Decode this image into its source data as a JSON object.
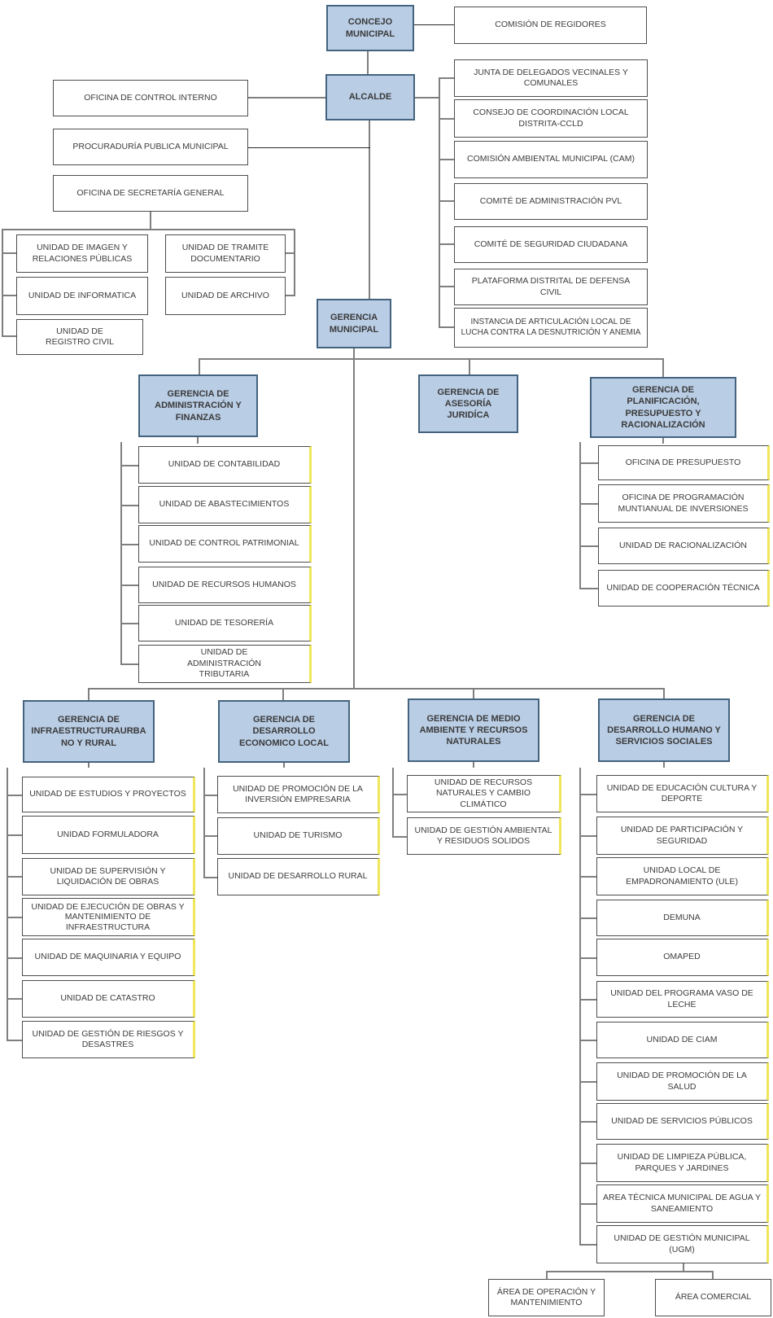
{
  "title": "Organigrama Municipal",
  "accent_colors": {
    "box_fill_blue": "#b9cde5",
    "box_border_blue": "#44637f",
    "connector_gray": "#7f7f7f",
    "unit_edge_yellow": "#efe65a"
  },
  "nodes": {
    "concejo": "CONCEJO MUNICIPAL",
    "comision_regidores": "COMISIÓN DE REGIDORES",
    "alcalde": "ALCALDE",
    "control_interno": "OFICINA DE CONTROL INTERNO",
    "procuraduria": "PROCURADURÍA PUBLICA MUNICIPAL",
    "secretaria": "OFICINA DE SECRETARÍA GENERAL",
    "imagen": "UNIDAD DE IMAGEN Y RELACIONES PÚBLICAS",
    "informatica": "UNIDAD DE INFORMATICA",
    "registro_civil": "UNIDAD DE REGISTRO CIVIL",
    "tramite": "UNIDAD DE TRAMITE DOCUMENTARIO",
    "archivo": "UNIDAD DE ARCHIVO",
    "junta_delegados": "JUNTA DE DELEGADOS VECINALES Y COMUNALES",
    "ccld": "CONSEJO DE COORDINACIÓN LOCAL DISTRITA-CCLD",
    "cam": "COMISIÓN AMBIENTAL MUNICIPAL (CAM)",
    "comite_pvl": "COMITÉ DE ADMINISTRACIÓN PVL",
    "comite_seguridad": "COMITÉ DE SEGURIDAD CIUDADANA",
    "plataforma_defensa": "PLATAFORMA DISTRITAL DE DEFENSA CIVIL",
    "instancia_articulacion": "INSTANCIA DE ARTICULACIÓN LOCAL DE LUCHA CONTRA LA DESNUTRICIÓN Y ANEMIA",
    "gerencia_municipal": "GERENCIA MUNICIPAL",
    "g_admin_finanzas": "GERENCIA DE ADMINISTRACIÓN Y FINANZAS",
    "g_asesoria": "GERENCIA DE ASESORÍA JURIDÍCA",
    "g_planificacion": "GERENCIA DE PLANIFICACIÓN, PRESUPUESTO Y RACIONALIZACIÓN",
    "contabilidad": "UNIDAD DE CONTABILIDAD",
    "abastecimientos": "UNIDAD DE ABASTECIMIENTOS",
    "control_patrimonial": "UNIDAD DE CONTROL PATRIMONIAL",
    "recursos_humanos": "UNIDAD DE RECURSOS HUMANOS",
    "tesoreria": "UNIDAD DE TESORERÍA",
    "admin_tributaria": "UNIDAD DE ADMINISTRACIÓN TRIBUTARIA",
    "presupuesto": "OFICINA DE PRESUPUESTO",
    "programacion_inversiones": "OFICINA DE PROGRAMACIÓN MUNTIANUAL DE INVERSIONES",
    "racionalizacion": "UNIDAD DE RACIONALIZACIÓN",
    "cooperacion_tecnica": "UNIDAD DE COOPERACIÓN TÉCNICA",
    "g_infraestructura": "GERENCIA DE INFRAESTRUCTURAURBANO Y RURAL",
    "g_desarrollo_economico": "GERENCIA DE DESARROLLO ECONOMICO LOCAL",
    "g_medio_ambiente": "GERENCIA DE MEDIO AMBIENTE Y RECURSOS NATURALES",
    "g_desarrollo_humano": "GERENCIA DE DESARROLLO HUMANO Y SERVICIOS SOCIALES",
    "estudios_proyectos": "UNIDAD DE ESTUDIOS Y PROYECTOS",
    "formuladora": "UNIDAD FORMULADORA",
    "supervision_obras": "UNIDAD DE SUPERVISIÓN Y LIQUIDACIÓN DE OBRAS",
    "ejecucion_obras": "UNIDAD DE EJECUCIÓN DE OBRAS Y MANTENIMIENTO DE INFRAESTRUCTURA",
    "maquinaria": "UNIDAD DE MAQUINARIA Y EQUIPO",
    "catastro": "UNIDAD DE CATASTRO",
    "riesgos_desastres": "UNIDAD DE GESTIÓN DE RIESGOS Y DESASTRES",
    "promocion_inversion": "UNIDAD DE PROMOCIÓN DE LA INVERSIÓN EMPRESARIA",
    "turismo": "UNIDAD DE TURISMO",
    "desarrollo_rural": "UNIDAD DE DESARROLLO RURAL",
    "recursos_naturales": "UNIDAD DE RECURSOS NATURALES Y CAMBIO CLIMÁTICO",
    "gestion_ambiental": "UNIDAD DE GESTIÓN AMBIENTAL Y RESIDUOS SOLIDOS",
    "educacion": "UNIDAD DE EDUCACIÓN CULTURA Y DEPORTE",
    "participacion": "UNIDAD DE PARTICIPACIÓN Y SEGURIDAD",
    "ule": "UNIDAD LOCAL DE EMPADRONAMIENTO (ULE)",
    "demuna": "DEMUNA",
    "omaped": "OMAPED",
    "vaso_leche": "UNIDAD DEL PROGRAMA VASO DE LECHE",
    "ciam": "UNIDAD DE CIAM",
    "promocion_salud": "UNIDAD DE PROMOCIÓN DE LA SALUD",
    "servicios_publicos": "UNIDAD DE SERVICIOS PÚBLICOS",
    "limpieza": "UNIDAD DE LIMPIEZA PÚBLICA, PARQUES Y JARDINES",
    "agua_saneamiento": "AREA TÉCNICA MUNICIPAL DE AGUA Y SANEAMIENTO",
    "ugm": "UNIDAD DE GESTIÓN MUNICIPAL (UGM)",
    "area_operacion": "ÁREA DE OPERACIÓN Y MANTENIMIENTO",
    "area_comercial": "ÁREA COMERCIAL"
  }
}
